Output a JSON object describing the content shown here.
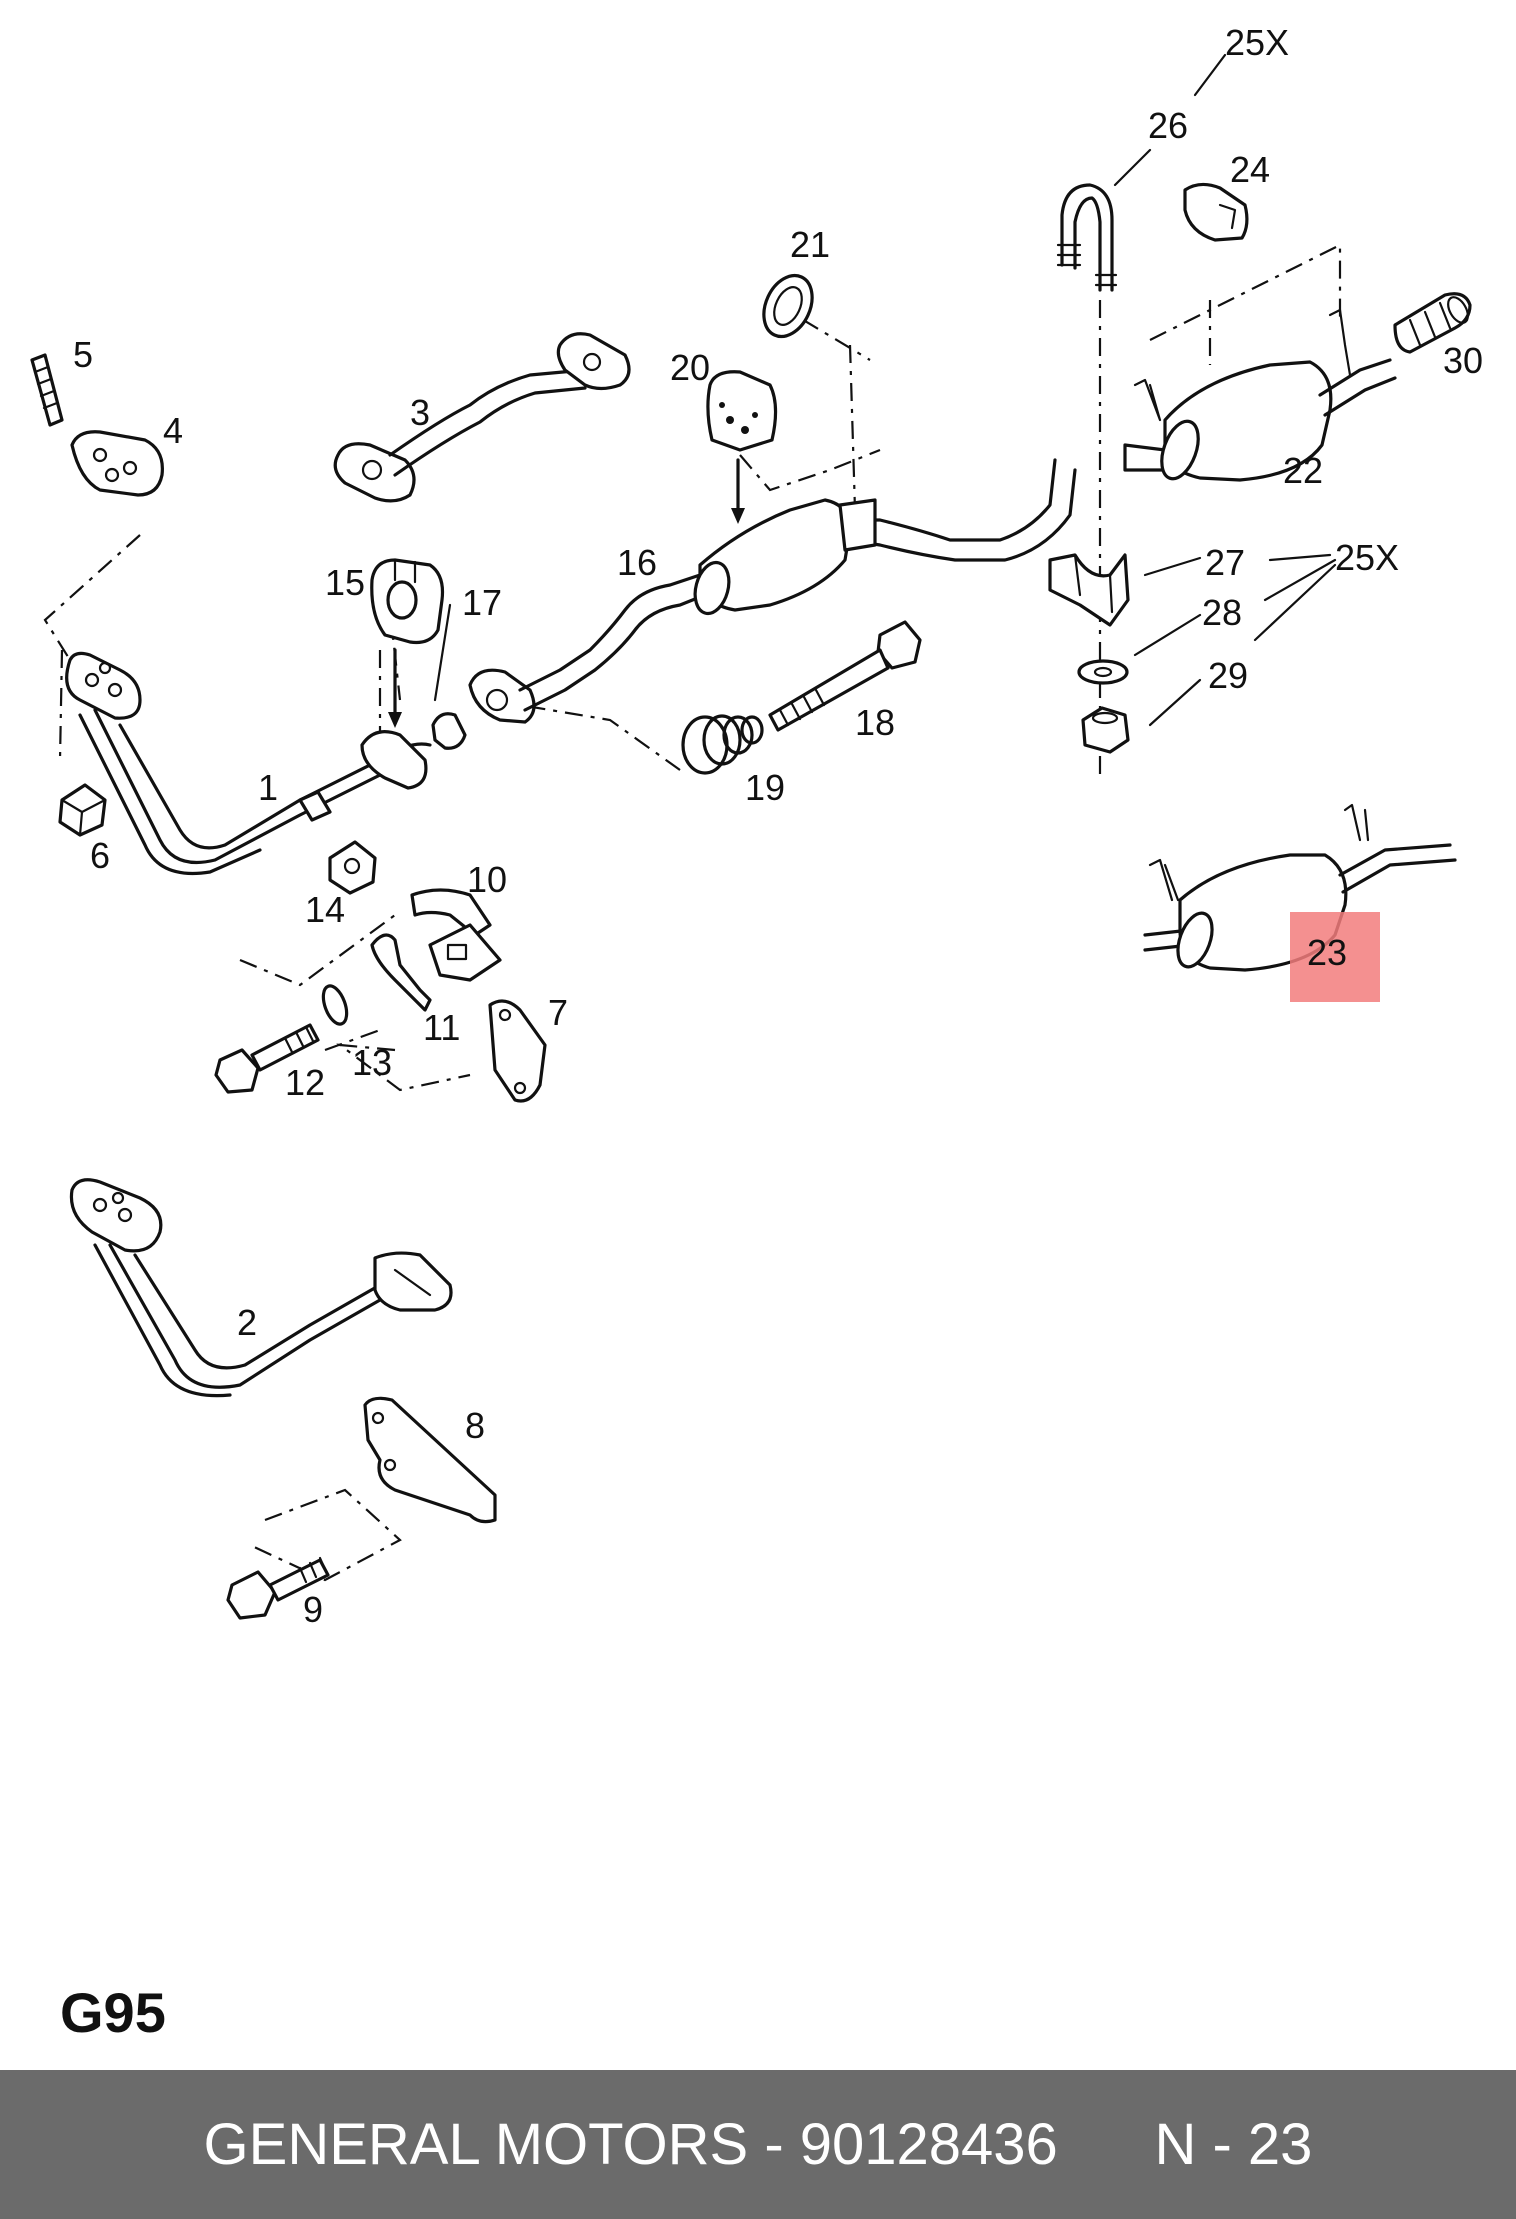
{
  "diagram": {
    "code": "G95",
    "highlight_color": "#f27c7c",
    "callouts": {
      "p1": "1",
      "p2": "2",
      "p3": "3",
      "p4": "4",
      "p5": "5",
      "p6": "6",
      "p7": "7",
      "p8": "8",
      "p9": "9",
      "p10": "10",
      "p11": "11",
      "p12": "12",
      "p13": "13",
      "p14": "14",
      "p15": "15",
      "p16": "16",
      "p17": "17",
      "p18": "18",
      "p19": "19",
      "p20": "20",
      "p21": "21",
      "p22": "22",
      "p23": "23",
      "p24": "24",
      "p25a": "25X",
      "p25b": "25X",
      "p26": "26",
      "p27": "27",
      "p28": "28",
      "p29": "29",
      "p30": "30"
    }
  },
  "footer": {
    "brand": "GENERAL MOTORS",
    "separator": " - ",
    "part_number": "90128436",
    "position": "N - 23",
    "background": "#6b6b6b"
  }
}
